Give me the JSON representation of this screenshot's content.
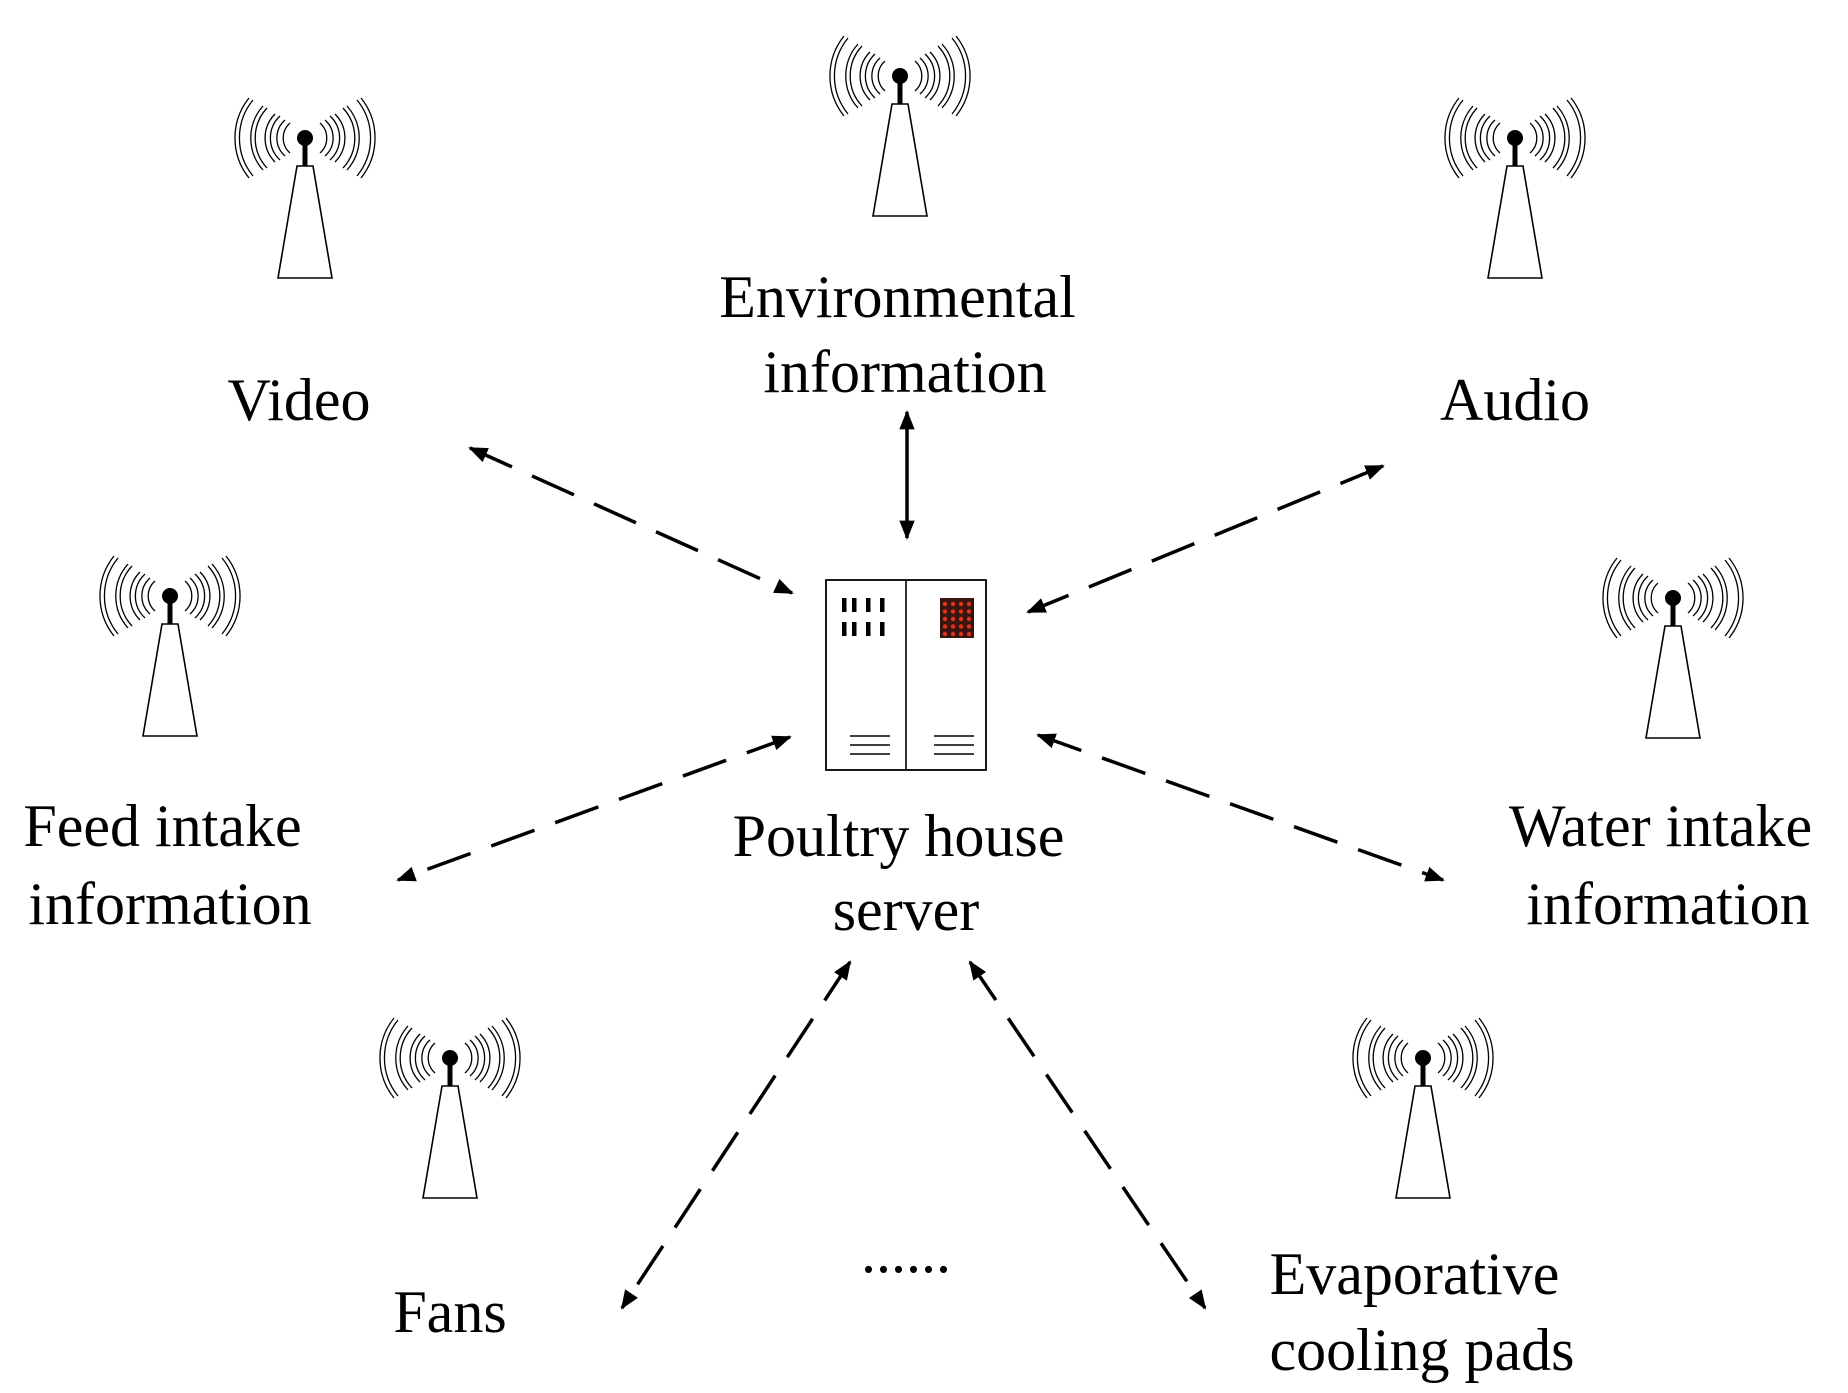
{
  "nodes": {
    "video": {
      "lines": [
        "Video"
      ]
    },
    "environmental": {
      "lines": [
        "Environmental",
        "information"
      ]
    },
    "audio": {
      "lines": [
        "Audio"
      ]
    },
    "feed_intake": {
      "lines": [
        "Feed intake",
        "information"
      ]
    },
    "water_intake": {
      "lines": [
        "Water intake",
        "information"
      ]
    },
    "fans": {
      "lines": [
        "Fans"
      ]
    },
    "cooling_pads": {
      "lines": [
        "Evaporative",
        "cooling pads"
      ]
    },
    "server": {
      "lines": [
        "Poultry house",
        "server"
      ]
    }
  },
  "ellipsis": "......",
  "icons": {
    "tower": "antenna-tower-icon",
    "server": "server-cabinet-icon"
  },
  "colors": {
    "line": "#000000",
    "background": "#ffffff",
    "server_led_panel": "#3a1510",
    "server_led": "#e0321e"
  }
}
